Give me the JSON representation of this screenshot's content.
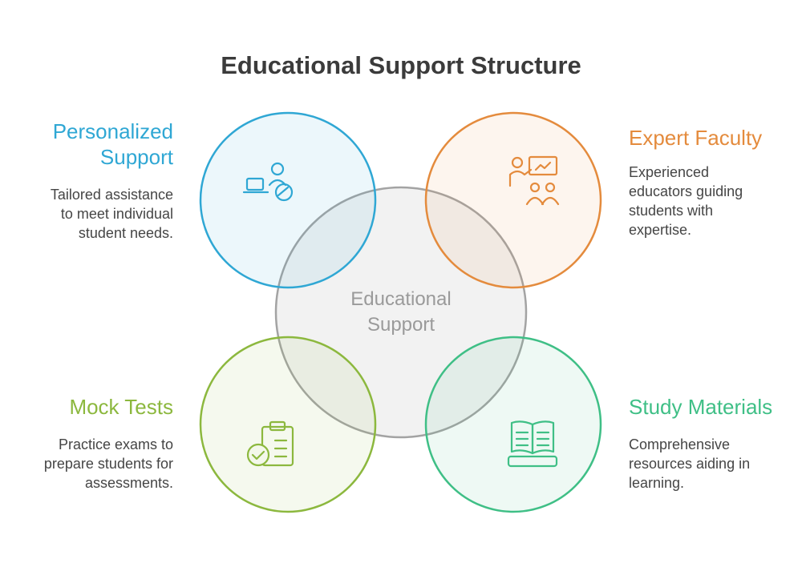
{
  "title": "Educational Support Structure",
  "center": {
    "label": "Educational\nSupport"
  },
  "colors": {
    "personalized": "#2fa7d4",
    "expert": "#e48b3d",
    "mock": "#8cb83e",
    "study": "#3fbf86",
    "center": "#a3a3a3"
  },
  "nodes": {
    "personalized": {
      "title": "Personalized\nSupport",
      "description": "Tailored assistance\nto meet individual\nstudent needs.",
      "icon": "student-laptop-icon"
    },
    "expert": {
      "title": "Expert Faculty",
      "description": "Experienced\neducators guiding\nstudents with\nexpertise.",
      "icon": "teacher-presentation-icon"
    },
    "mock": {
      "title": "Mock Tests",
      "description": "Practice exams to\nprepare students for\nassessments.",
      "icon": "clipboard-check-icon"
    },
    "study": {
      "title": "Study Materials",
      "description": "Comprehensive\nresources aiding in\nlearning.",
      "icon": "open-book-icon"
    }
  }
}
